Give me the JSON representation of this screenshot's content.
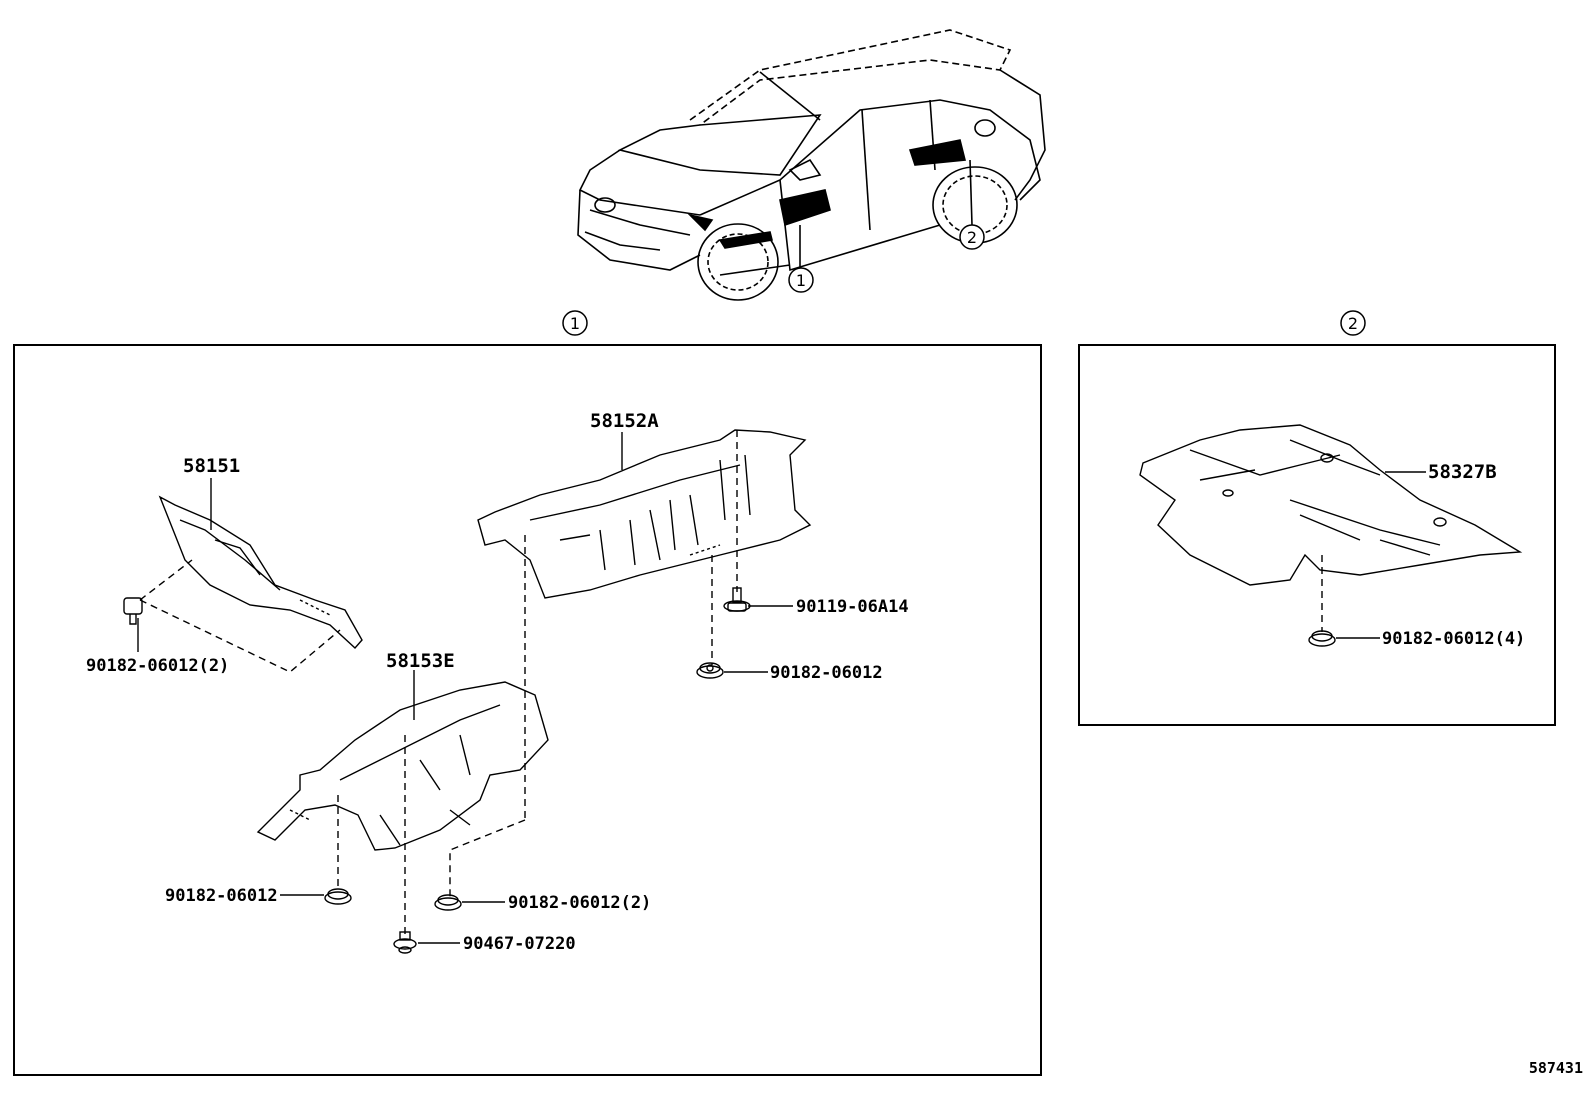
{
  "callouts": {
    "c1": "1",
    "c2": "2"
  },
  "panel1": {
    "parts": {
      "p58151": "58151",
      "p58152A": "58152A",
      "p58153E": "58153E"
    },
    "fasteners": {
      "f1": "90182-06012(2)",
      "f2": "90119-06A14",
      "f3": "90182-06012",
      "f4": "90182-06012",
      "f5": "90182-06012(2)",
      "f6": "90467-07220"
    }
  },
  "panel2": {
    "parts": {
      "p58327B": "58327B"
    },
    "fasteners": {
      "f1": "90182-06012(4)"
    }
  },
  "doc_number": "587431"
}
